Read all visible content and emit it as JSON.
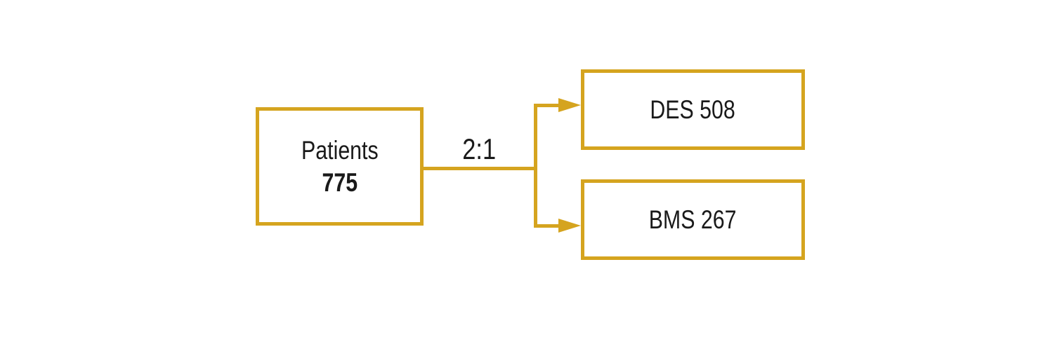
{
  "colors": {
    "accent": "#D5A41F",
    "text": "#1a1a1a",
    "background": "#ffffff"
  },
  "diagram": {
    "nodes": {
      "patients": {
        "label": "Patients",
        "value": "775"
      },
      "des": {
        "label": "DES 508"
      },
      "bms": {
        "label": "BMS 267"
      }
    },
    "edge": {
      "ratio_label": "2:1"
    }
  }
}
